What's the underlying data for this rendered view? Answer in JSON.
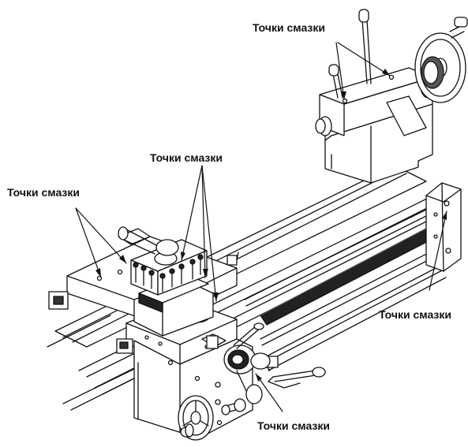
{
  "figure": {
    "background": "#ffffff",
    "line_color": "#111111",
    "labels": {
      "tailstock": "Точки смазки",
      "tool_post": "Точки смазки",
      "carriage": "Точки смазки",
      "lead_screw_bracket": "Точки смазки",
      "apron": "Точки смазки"
    }
  }
}
